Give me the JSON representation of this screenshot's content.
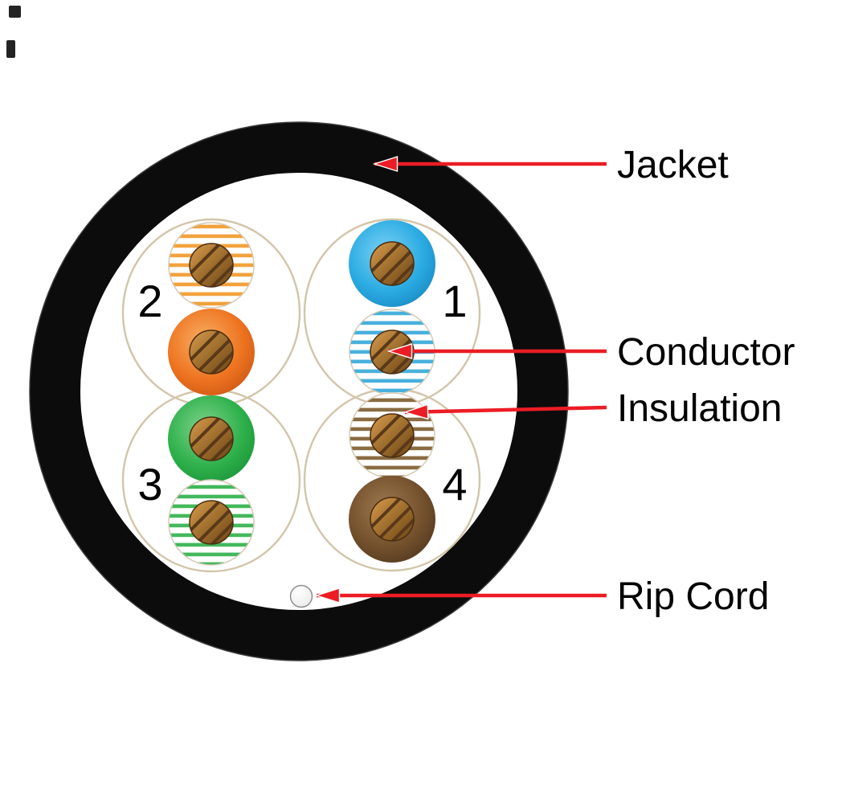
{
  "diagram": {
    "callouts": {
      "jacket": "Jacket",
      "conductor": "Conductor",
      "insulation": "Insulation",
      "rip_cord": "Rip Cord"
    },
    "pairs": [
      {
        "number": "1",
        "position": "top-right",
        "wires": [
          "solid blue",
          "white with blue stripes"
        ]
      },
      {
        "number": "2",
        "position": "top-left",
        "wires": [
          "white with orange stripes",
          "solid orange"
        ]
      },
      {
        "number": "3",
        "position": "bottom-left",
        "wires": [
          "solid green",
          "white with green stripes"
        ]
      },
      {
        "number": "4",
        "position": "bottom-right",
        "wires": [
          "white with brown stripes",
          "solid brown"
        ]
      }
    ],
    "colors": {
      "jacket": "#0c0c0c",
      "arrow": "#ec1c24",
      "text": "#000000",
      "pair_outline": "#d2c5a9",
      "blue": "#2aabe2",
      "blue_stripe": "#49b0dd",
      "orange": "#ee7420",
      "orange_stripe": "#f2a23d",
      "green": "#2fb14c",
      "green_stripe": "#43b85c",
      "brown": "#74512d",
      "brown_stripe": "#8a6b42",
      "copper": "#a06f2e",
      "rip_cord": "#e6e6e6"
    }
  }
}
